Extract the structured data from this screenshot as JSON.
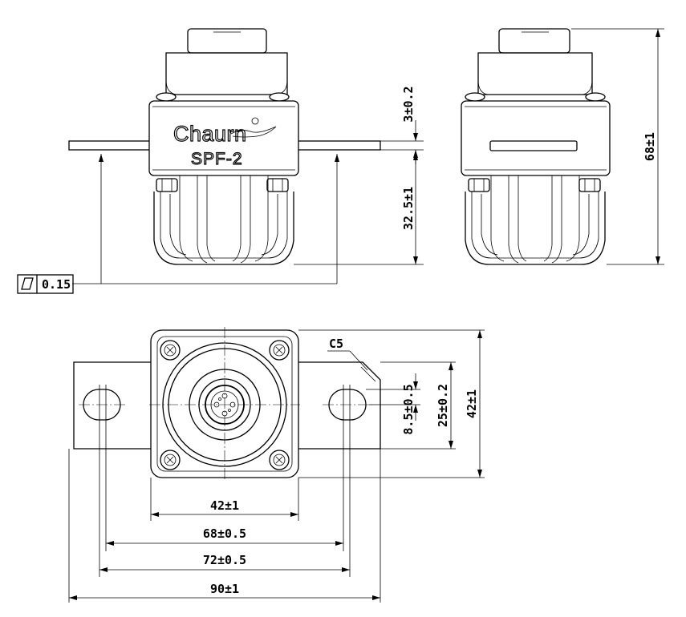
{
  "product": {
    "brand": "Chaurn",
    "model": "SPF-2"
  },
  "dimensions": {
    "front_top": "3±0.2",
    "front_lower": "32.5±1",
    "overall_height": "68±1",
    "flatness_value": "0.15",
    "chamfer": "C5",
    "slot_offset": "8.5±0.5",
    "flange_width": "25±0.2",
    "body_width_side": "42±1",
    "body_width": "42±1",
    "hole_pitch_inner": "68±0.5",
    "hole_pitch_outer": "72±0.5",
    "overall_length": "90±1"
  },
  "symbols": {
    "flatness": "flatness-symbol"
  }
}
